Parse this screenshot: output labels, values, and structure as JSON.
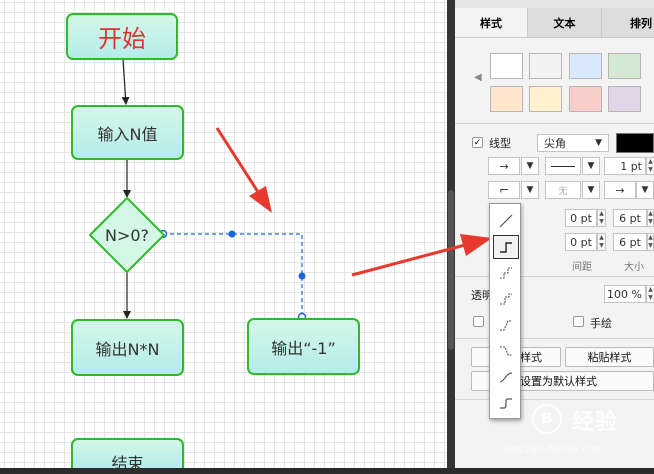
{
  "canvas": {
    "nodes": {
      "start": "开始",
      "input": "输入N值",
      "decision": "N>0?",
      "output_square": "输出N*N",
      "output_neg": "输出“-1”",
      "end": "结束"
    }
  },
  "panel": {
    "tabs": [
      {
        "label": "样式",
        "active": true
      },
      {
        "label": "文本",
        "active": false
      },
      {
        "label": "排列",
        "active": false
      }
    ],
    "swatches": [
      "#ffffff",
      "#f2f2f2",
      "#dae8fc",
      "#d5e8d4",
      "#ffe6cc",
      "#fff2cc",
      "#f8cecc",
      "#e1d5e7"
    ],
    "line": {
      "label": "线型",
      "checked": true,
      "corner_style": "尖角",
      "color": "#000000",
      "width": "1 pt",
      "line_start": "无"
    },
    "spacing": {
      "start_value": "0 pt",
      "end_value": "0 pt",
      "start_size": "6 pt",
      "end_size": "6 pt",
      "spacing_label": "间距",
      "size_label": "大小"
    },
    "opacity": {
      "label": "透明",
      "value": "100 %"
    },
    "sketch_label": "手绘",
    "buttons": {
      "copy_style": "样式",
      "paste_style": "粘贴样式",
      "set_default": "设置为默认样式"
    }
  },
  "colors": {
    "node_border": "#2bbb2b",
    "start_text": "#e03131",
    "edge_selected": "#1a66d6",
    "arrow_annotation": "#e8392f"
  },
  "watermark": {
    "brand": "经验",
    "domain": "jingyan.baidu.com"
  }
}
